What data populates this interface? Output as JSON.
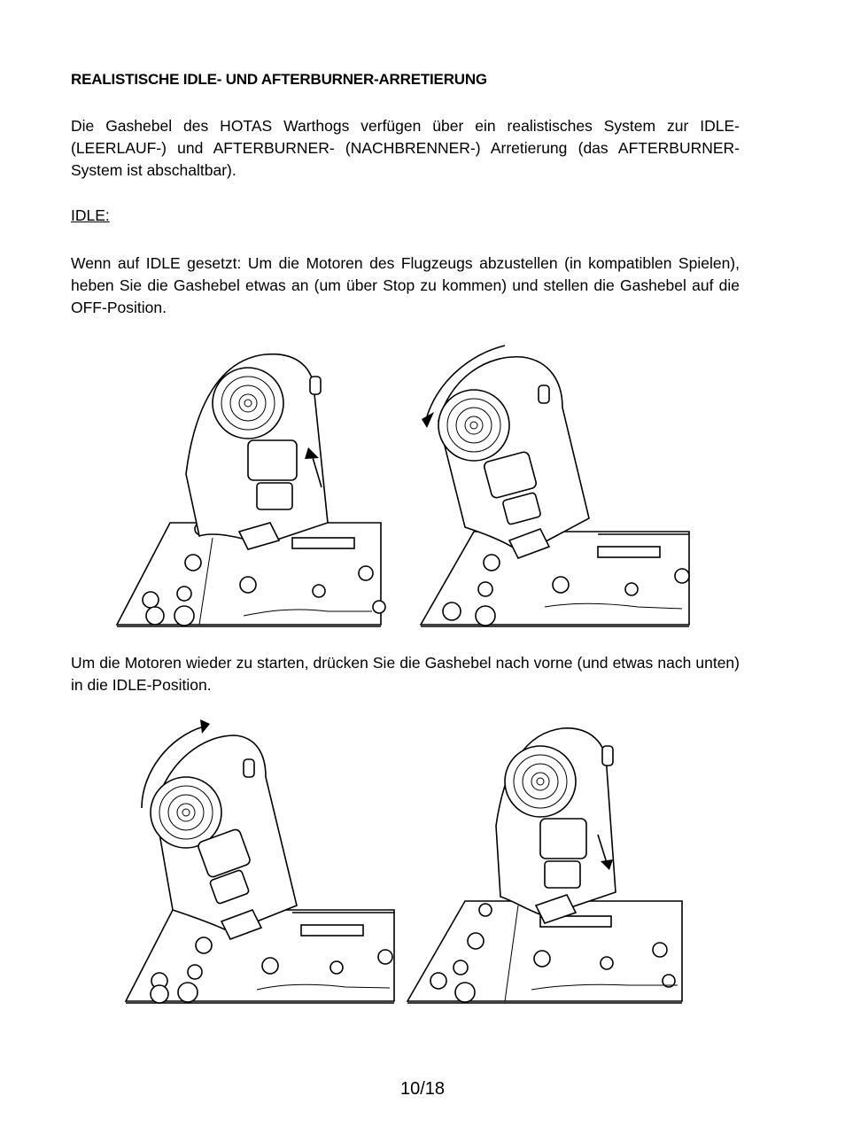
{
  "heading": "REALISTISCHE IDLE- UND AFTERBURNER-ARRETIERUNG",
  "intro": "Die Gashebel des HOTAS Warthogs verfügen über ein realistisches System zur IDLE- (LEERLAUF-) und AFTERBURNER- (NACHBRENNER-) Arretierung (das AFTERBURNER-System ist abschaltbar).",
  "subheading": "IDLE:",
  "paragraph_off": "Wenn auf IDLE gesetzt: Um die Motoren des Flugzeugs abzustellen (in kompatiblen Spielen), heben Sie die Gashebel etwas an (um über Stop zu kommen) und stellen die Gashebel auf die OFF-Position.",
  "paragraph_restart": "Um die Motoren wieder zu starten, drücken Sie die Gashebel nach vorne (und etwas nach unten) in die IDLE-Position.",
  "page_number": "10/18",
  "figures": [
    {
      "panels": [
        "throttle-lift-up-arrow",
        "throttle-rotate-back-arrow"
      ]
    },
    {
      "panels": [
        "throttle-rotate-forward-arrow",
        "throttle-push-down-arrow"
      ]
    }
  ]
}
